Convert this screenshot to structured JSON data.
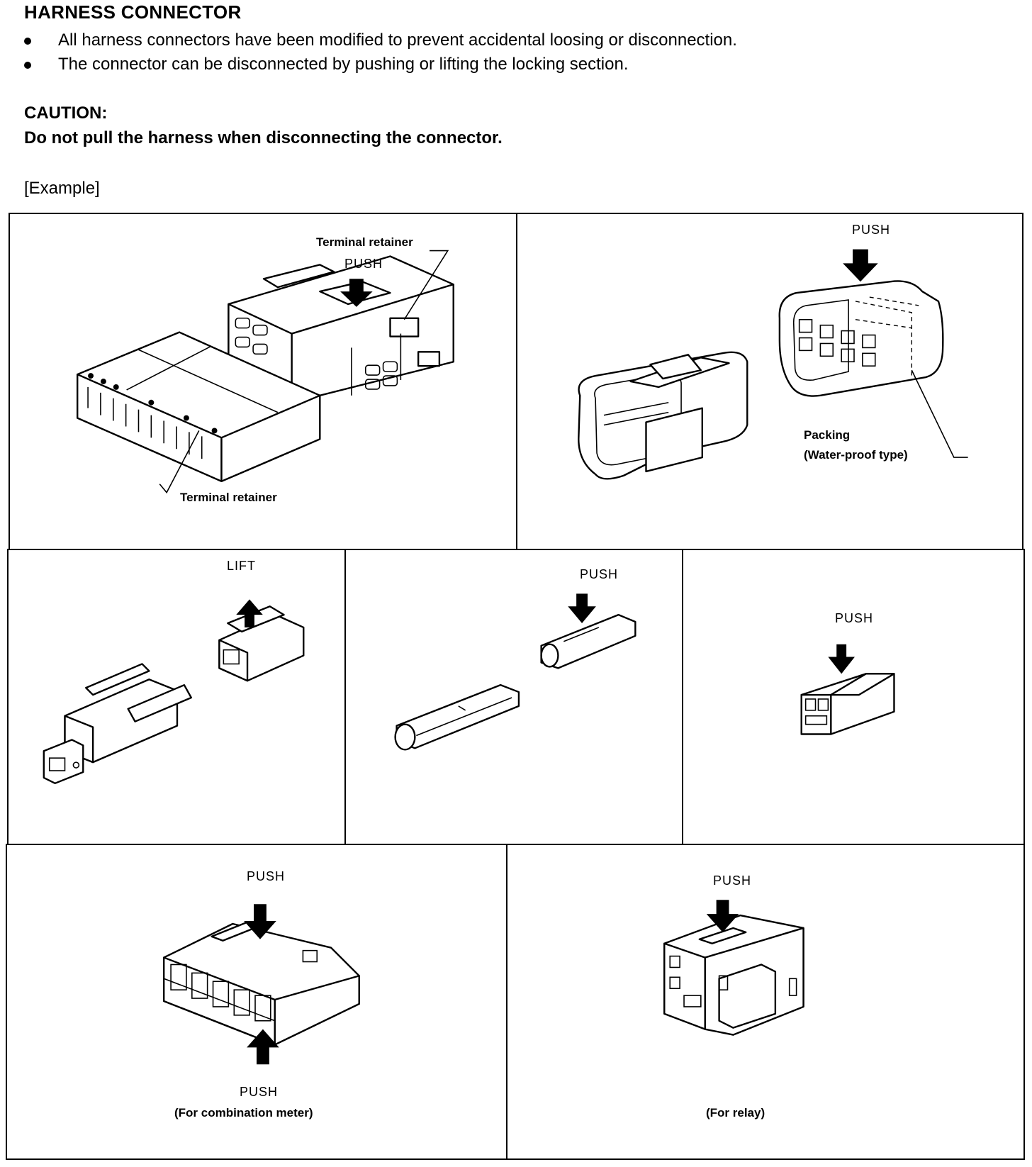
{
  "heading": "HARNESS CONNECTOR",
  "bullets": [
    "All harness connectors have been modified to prevent accidental loosing or disconnection.",
    "The connector can be disconnected by pushing or lifting the locking section."
  ],
  "caution": {
    "heading": "CAUTION:",
    "text": "Do not pull the harness when disconnecting the connector."
  },
  "example_label": "[Example]",
  "panels": {
    "p1": {
      "label_retainer_top": "Terminal retainer",
      "label_push": "PUSH",
      "label_retainer_bottom": "Terminal retainer"
    },
    "p2": {
      "label_push": "PUSH",
      "label_packing": "Packing",
      "label_waterproof": "(Water-proof type)"
    },
    "p3": {
      "label_lift": "LIFT"
    },
    "p4": {
      "label_push": "PUSH"
    },
    "p5": {
      "label_push": "PUSH"
    },
    "p6": {
      "label_push_top": "PUSH",
      "label_push_bottom": "PUSH",
      "caption": "(For combination meter)"
    },
    "p7": {
      "label_push": "PUSH",
      "caption": "(For relay)"
    }
  },
  "icons": [
    "push-arrow-icon",
    "lift-arrow-icon",
    "connector-illustration"
  ],
  "colors": {
    "ink": "#000000",
    "paper": "#ffffff"
  }
}
